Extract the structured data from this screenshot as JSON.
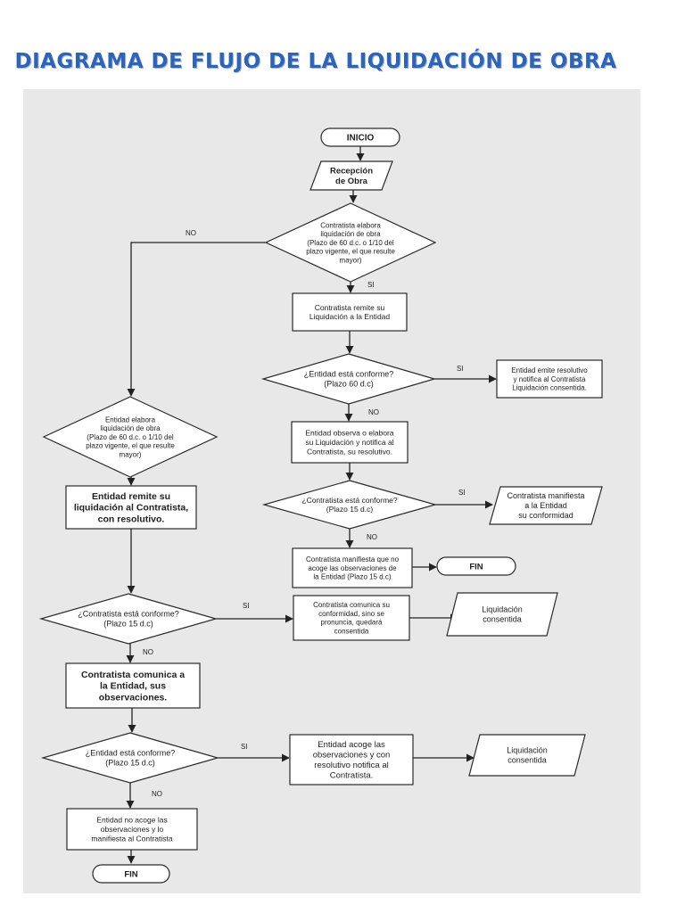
{
  "title": "DIAGRAMA DE FLUJO DE LA LIQUIDACIÓN DE OBRA",
  "nodes": {
    "inicio": {
      "lines": [
        "INICIO"
      ]
    },
    "recepcion": {
      "lines": [
        "Recepción",
        "de Obra"
      ]
    },
    "d_contratista_elabora": {
      "lines": [
        "Contratista elabora",
        "liquidación de obra",
        "(Plazo de 60 d.c. o 1/10 del",
        "plazo vigente, el que resulte",
        "mayor)"
      ]
    },
    "contratista_remite": {
      "lines": [
        "Contratista   remite   su",
        "Liquidación  a la Entidad"
      ]
    },
    "d_entidad_conforme_60": {
      "lines": [
        "¿Entidad está conforme?",
        "(Plazo 60 d.c)"
      ]
    },
    "entidad_emite_resolutivo": {
      "lines": [
        "Entidad emite resolutivo",
        "y  notifica  al  Contratista",
        "Liquidación consentida."
      ]
    },
    "entidad_observa": {
      "lines": [
        "Entidad observa o elabora",
        "su Liquidación y notifica al",
        "Contratista, su resolutivo."
      ]
    },
    "d_contratista_conforme_15a": {
      "lines": [
        "¿Contratista está conforme?",
        "(Plazo 15 d.c)"
      ]
    },
    "contratista_manifiesta_conformidad": {
      "lines": [
        "Contratista manifiesta",
        "a la Entidad",
        "su conformidad"
      ]
    },
    "contratista_no_acoge": {
      "lines": [
        "Contratista manifiesta que no",
        "acoge las observaciones de",
        "la Entidad (Plazo 15 d.c)"
      ]
    },
    "fin_1": {
      "lines": [
        "FIN"
      ]
    },
    "d_entidad_elabora": {
      "lines": [
        "Entidad elabora",
        "liquidación de obra",
        "(Plazo de 60 d.c. o 1/10 del",
        "plazo vigente, el que resulte",
        "mayor)"
      ]
    },
    "entidad_remite": {
      "lines": [
        "Entidad remite su",
        "liquidación al Contratista,",
        "con resolutivo."
      ]
    },
    "d_contratista_conforme_15b": {
      "lines": [
        "¿Contratista está conforme?",
        "(Plazo 15 d.c)"
      ]
    },
    "contratista_comunica_conformidad": {
      "lines": [
        "Contratista comunica su",
        "conformidad,  sino se",
        "pronuncia, quedará",
        "consentida"
      ]
    },
    "liquidacion_consentida_1": {
      "lines": [
        "Liquidación",
        "consentida"
      ]
    },
    "contratista_comunica_obs": {
      "lines": [
        "Contratista comunica a",
        "la Entidad, sus",
        "observaciones."
      ]
    },
    "d_entidad_conforme_15": {
      "lines": [
        "¿Entidad está conforme?",
        "(Plazo 15 d.c)"
      ]
    },
    "entidad_acoge": {
      "lines": [
        "Entidad acoge las",
        "observaciones y con",
        "resolutivo notifica al",
        "Contratista."
      ]
    },
    "liquidacion_consentida_2": {
      "lines": [
        "Liquidación",
        "consentida"
      ]
    },
    "entidad_no_acoge": {
      "lines": [
        "Entidad no acoge las",
        "observaciones y lo",
        "manifiesta al Contratista"
      ]
    },
    "fin_2": {
      "lines": [
        "FIN"
      ]
    }
  },
  "edges": {
    "no_1": "NO",
    "si_1": "SI",
    "si_2": "SI",
    "no_2": "NO",
    "si_3": "SI",
    "no_3": "NO",
    "si_4": "SI",
    "no_4": "NO",
    "si_5": "SI",
    "no_5": "NO"
  }
}
